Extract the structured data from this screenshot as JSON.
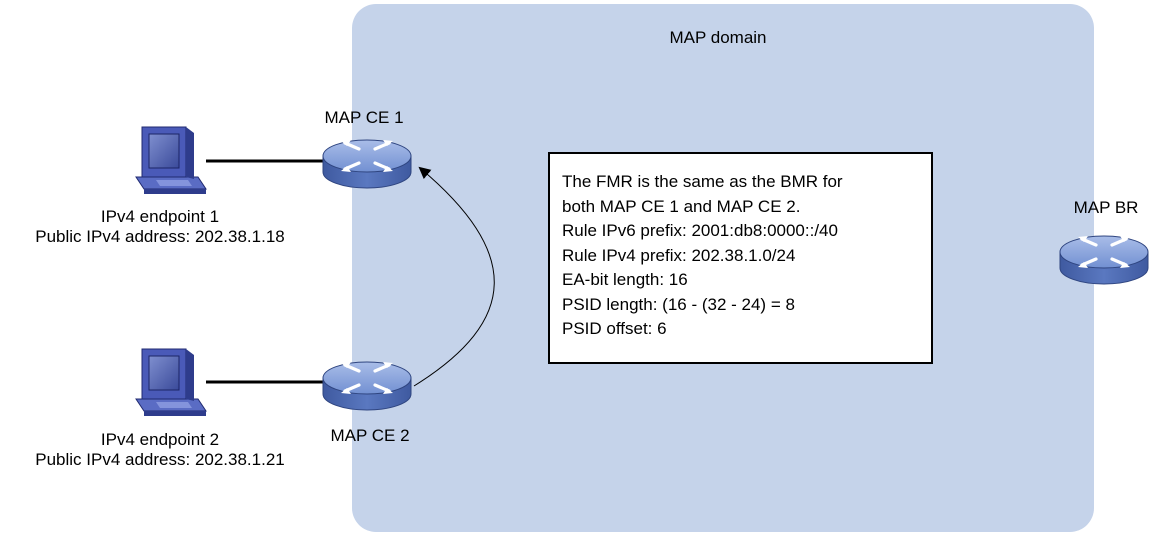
{
  "domain": {
    "title": "MAP domain"
  },
  "routers": {
    "ce1": {
      "label": "MAP CE 1",
      "icon": "router-icon"
    },
    "ce2": {
      "label": "MAP CE 2",
      "icon": "router-icon"
    },
    "br": {
      "label": "MAP BR",
      "icon": "router-icon"
    }
  },
  "endpoints": {
    "ep1": {
      "name": "IPv4 endpoint 1",
      "address": "Public IPv4 address: 202.38.1.18",
      "icon": "computer-icon"
    },
    "ep2": {
      "name": "IPv4 endpoint 2",
      "address": "Public IPv4 address: 202.38.1.21",
      "icon": "computer-icon"
    }
  },
  "info_box": {
    "lines": [
      "The FMR is the same as the BMR for",
      "both MAP CE 1 and MAP CE 2.",
      "Rule IPv6 prefix: 2001:db8:0000::/40",
      "Rule IPv4 prefix: 202.38.1.0/24",
      "EA-bit length: 16",
      "PSID length: (16 - (32 - 24) = 8",
      "PSID offset: 6"
    ]
  },
  "colors": {
    "domain_fill": "#c5d3ea",
    "router_body": "#5a78c0",
    "router_top": "#8fa8de",
    "link": "#000000"
  }
}
